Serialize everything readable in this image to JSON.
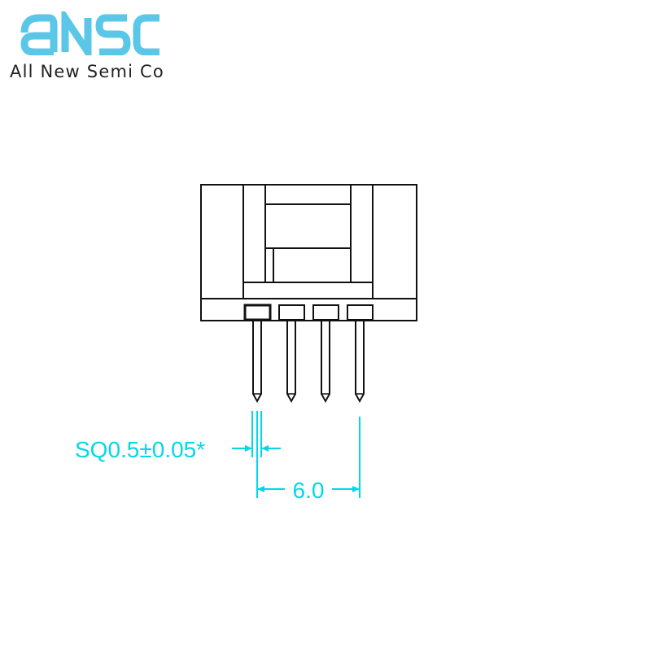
{
  "brand": {
    "logo_text": "ANSC",
    "tagline": "All New Semi Co",
    "logo_color": "#5bc7e8",
    "tagline_color": "#222222"
  },
  "drawing": {
    "part": "4-pin right-angle connector header (side view)",
    "pin_count": 4,
    "line_color": "#111111",
    "dimension_color": "#00d8e8",
    "dimensions": {
      "pin_size": "SQ0.5±0.05*",
      "pin_pitch_span": "6.0"
    }
  }
}
